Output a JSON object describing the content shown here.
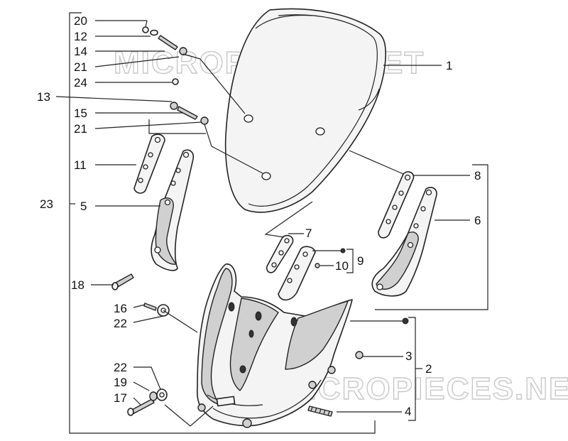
{
  "watermark": "MICROPIECES.NET",
  "callouts": [
    {
      "id": "c20",
      "label": "20"
    },
    {
      "id": "c12",
      "label": "12"
    },
    {
      "id": "c14",
      "label": "14"
    },
    {
      "id": "c21a",
      "label": "21"
    },
    {
      "id": "c24",
      "label": "24"
    },
    {
      "id": "c13",
      "label": "13"
    },
    {
      "id": "c15",
      "label": "15"
    },
    {
      "id": "c21b",
      "label": "21"
    },
    {
      "id": "c11",
      "label": "11"
    },
    {
      "id": "c5",
      "label": "5"
    },
    {
      "id": "c23",
      "label": "23"
    },
    {
      "id": "c1",
      "label": "1"
    },
    {
      "id": "c8",
      "label": "8"
    },
    {
      "id": "c6",
      "label": "6"
    },
    {
      "id": "c7",
      "label": "7"
    },
    {
      "id": "c9",
      "label": "9"
    },
    {
      "id": "c10",
      "label": "10"
    },
    {
      "id": "c18",
      "label": "18"
    },
    {
      "id": "c16",
      "label": "16"
    },
    {
      "id": "c22a",
      "label": "22"
    },
    {
      "id": "c3",
      "label": "3"
    },
    {
      "id": "c2",
      "label": "2"
    },
    {
      "id": "c22b",
      "label": "22"
    },
    {
      "id": "c19",
      "label": "19"
    },
    {
      "id": "c17",
      "label": "17"
    },
    {
      "id": "c4",
      "label": "4"
    }
  ]
}
